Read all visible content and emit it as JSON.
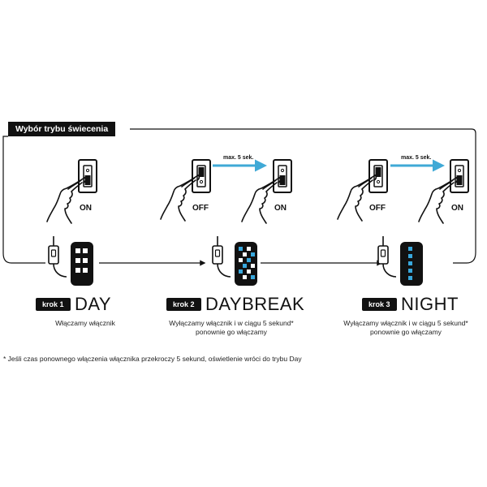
{
  "header": {
    "title": "Wybór trybu świecenia"
  },
  "labels": {
    "on": "ON",
    "off": "OFF",
    "max_time": "max. 5 sek."
  },
  "steps": [
    {
      "badge": "krok 1",
      "mode": "DAY",
      "description": "Włączamy włącznik"
    },
    {
      "badge": "krok 2",
      "mode": "DAYBREAK",
      "description_line1": "Wyłączamy włącznik i w ciągu 5 sekund*",
      "description_line2": "ponownie go włączamy"
    },
    {
      "badge": "krok 3",
      "mode": "NIGHT",
      "description_line1": "Wyłączamy włącznik i w ciągu 5 sekund*",
      "description_line2": "ponownie go włączamy"
    }
  ],
  "footnote": "* Jeśli czas ponownego włączenia włącznika przekroczy 5 sekund, oświetlenie wróci do trybu Day",
  "colors": {
    "accent": "#3fa9d6",
    "dark": "#111111",
    "led_blue": "#39a8dd",
    "led_white": "#ffffff"
  }
}
